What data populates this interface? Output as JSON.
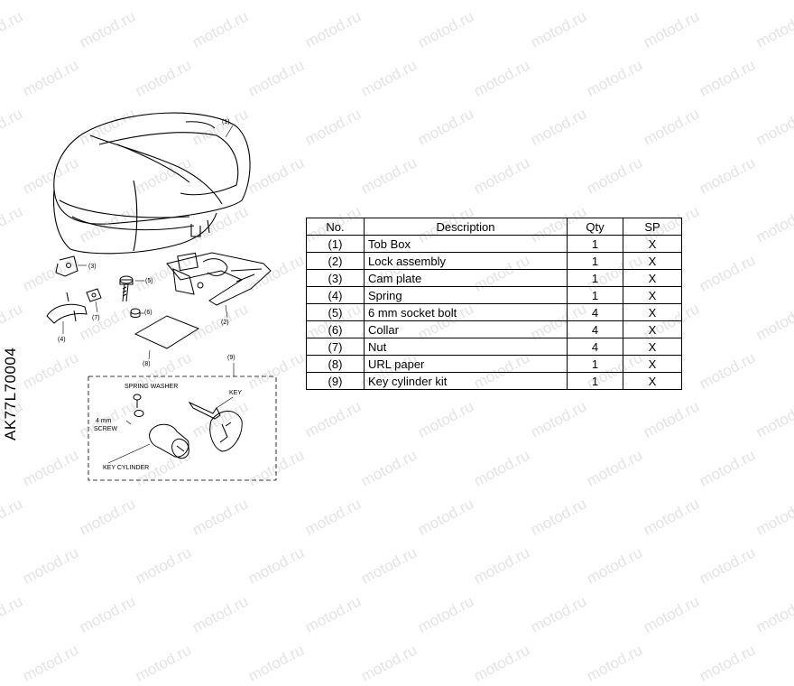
{
  "watermark_text": "motod.ru",
  "diagram_code": "AK77L70004",
  "callouts": {
    "p1": "(1)",
    "p2": "(2)",
    "p3": "(3)",
    "p4": "(4)",
    "p5": "(5)",
    "p6": "(6)",
    "p7": "(7)",
    "p8": "(8)",
    "p9": "(9)"
  },
  "kit_labels": {
    "spring_washer": "SPRING WASHER",
    "key": "KEY",
    "screw_line1": "4 mm",
    "screw_line2": "SCREW",
    "key_cylinder": "KEY CYLINDER"
  },
  "table": {
    "headers": {
      "no": "No.",
      "description": "Description",
      "qty": "Qty",
      "sp": "SP"
    },
    "rows": [
      {
        "no": "(1)",
        "description": "Tob Box",
        "qty": "1",
        "sp": "X"
      },
      {
        "no": "(2)",
        "description": "Lock assembly",
        "qty": "1",
        "sp": "X"
      },
      {
        "no": "(3)",
        "description": "Cam plate",
        "qty": "1",
        "sp": "X"
      },
      {
        "no": "(4)",
        "description": "Spring",
        "qty": "1",
        "sp": "X"
      },
      {
        "no": "(5)",
        "description": "6 mm socket bolt",
        "qty": "4",
        "sp": "X"
      },
      {
        "no": "(6)",
        "description": "Collar",
        "qty": "4",
        "sp": "X"
      },
      {
        "no": "(7)",
        "description": "Nut",
        "qty": "4",
        "sp": "X"
      },
      {
        "no": "(8)",
        "description": "URL paper",
        "qty": "1",
        "sp": "X"
      },
      {
        "no": "(9)",
        "description": "Key cylinder kit",
        "qty": "1",
        "sp": "X"
      }
    ]
  }
}
